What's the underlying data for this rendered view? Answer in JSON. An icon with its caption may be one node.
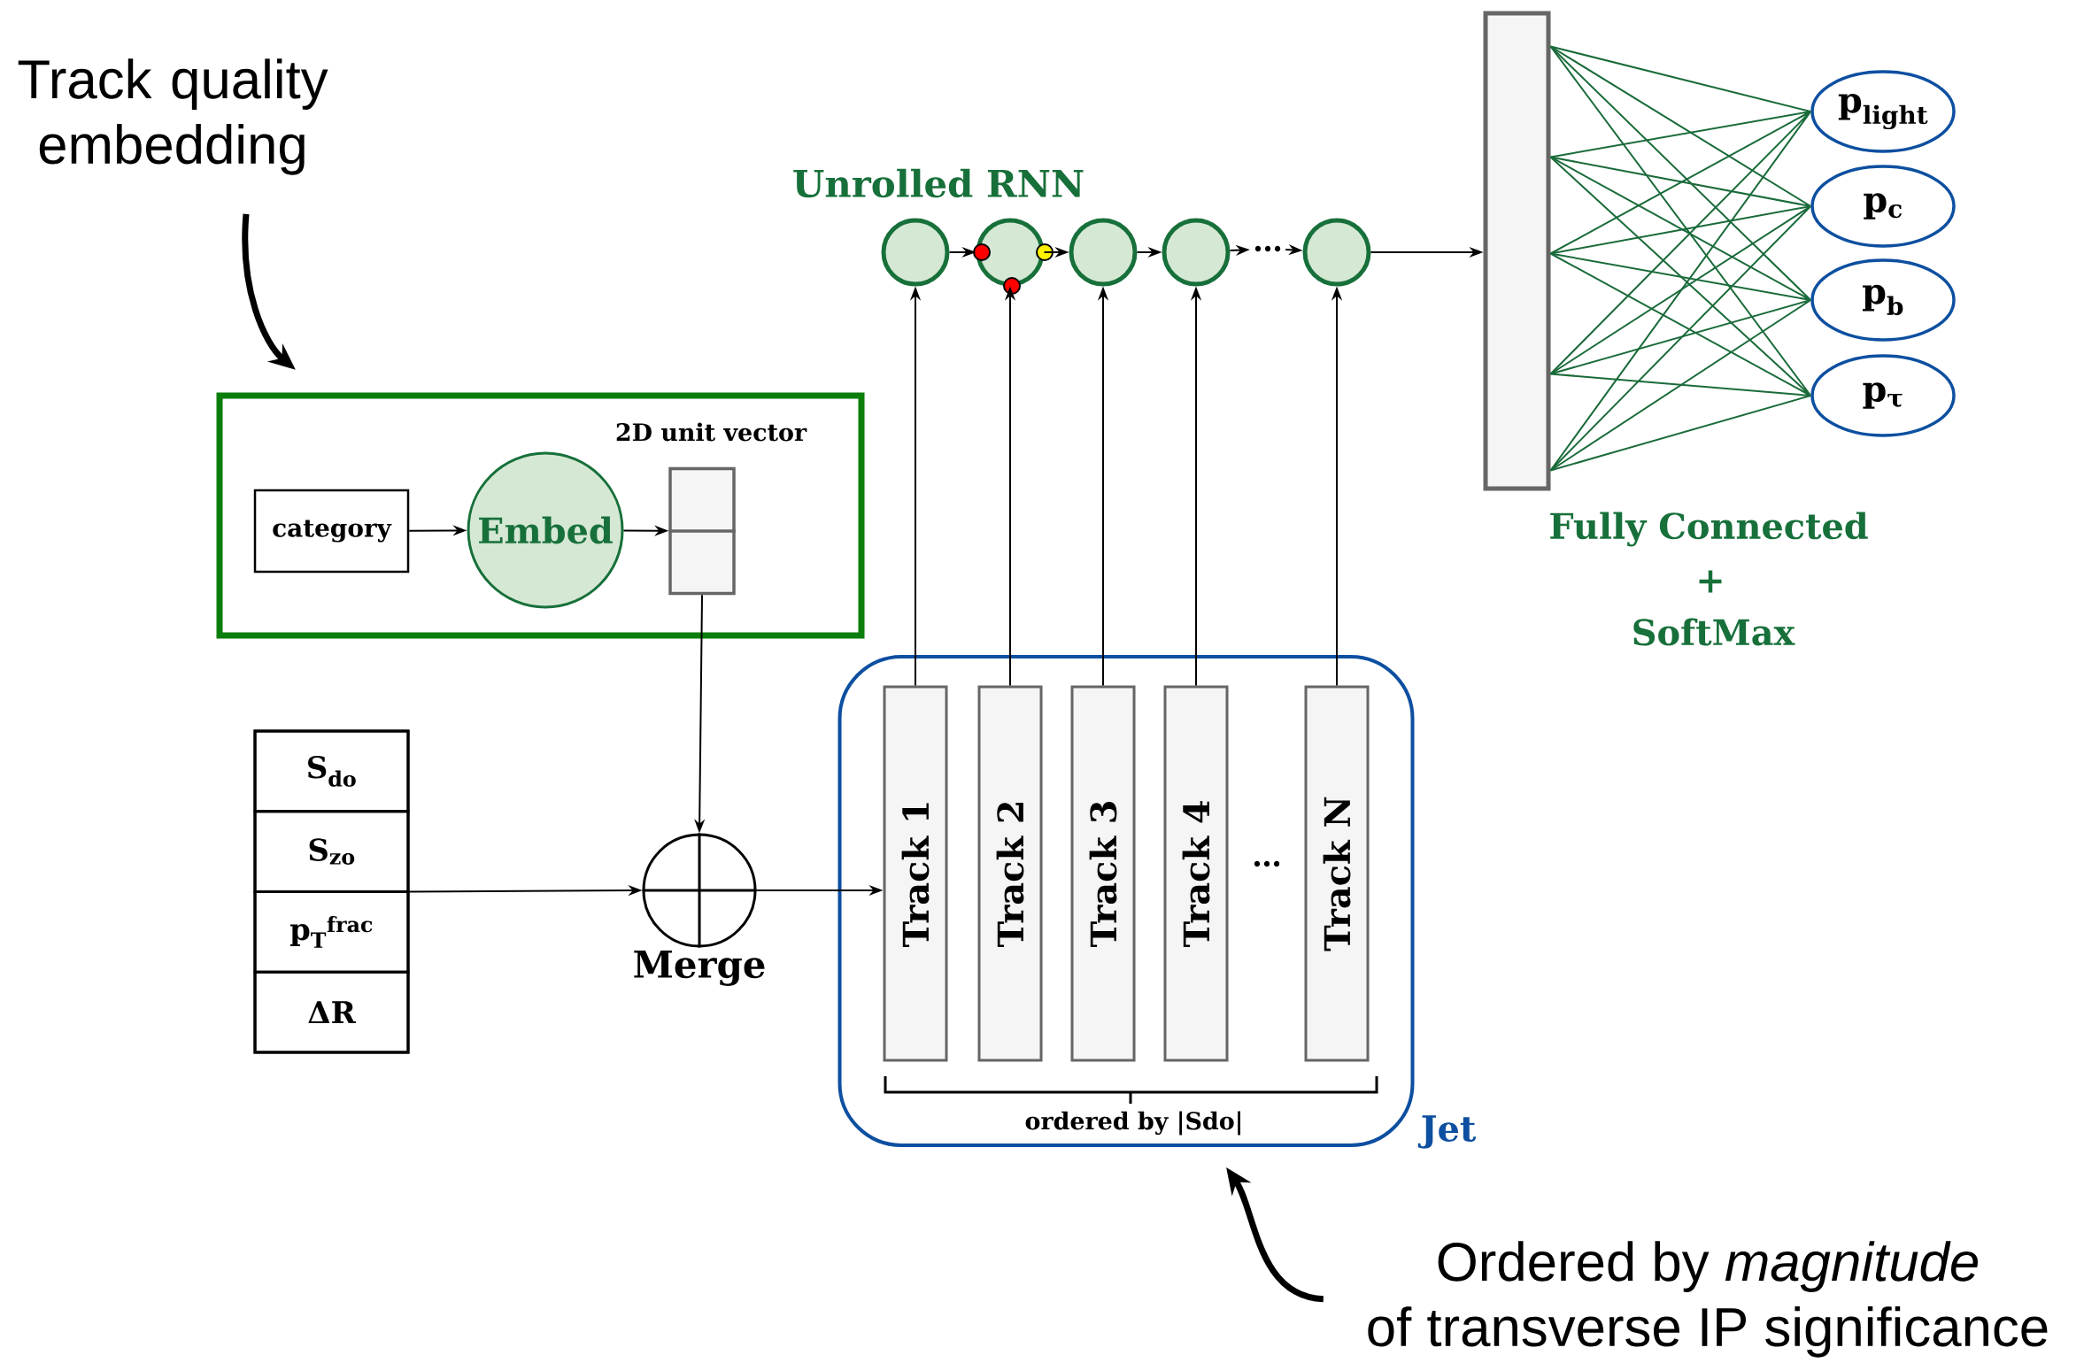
{
  "diagram": {
    "nodes": [
      {
        "text": [
          "Track quality embedding"
        ]
      },
      {
        "text": [],
        "shape": "box"
      },
      {
        "text": [
          "category"
        ],
        "in": 1
      },
      {
        "text": [
          "Embed"
        ],
        "in": 1
      },
      {
        "text": [
          "2D unit vector"
        ],
        "in": 1
      },
      {
        "text": [],
        "shape": "box"
      },
      {
        "text": [
          "S$_{do}$"
        ],
        "in": 5
      },
      {
        "text": [
          "S$_{zo}$"
        ],
        "in": 5
      },
      {
        "text": [
          "p$_{T}$$^{frac}$"
        ],
        "in": 5
      },
      {
        "text": [
          "ΔR"
        ],
        "in": 5
      },
      {
        "text": [
          "Merge"
        ]
      },
      {
        "text": [
          "Jet"
        ]
      },
      {
        "text": [
          "Track 1"
        ],
        "in": 11
      },
      {
        "text": [
          "Track 2"
        ],
        "in": 11
      },
      {
        "text": [
          "Track 3"
        ],
        "in": 11
      },
      {
        "text": [
          "Track 4"
        ],
        "in": 11
      },
      {
        "text": [
          "Track N"
        ],
        "in": 11
      },
      {
        "text": [],
        "shape": "circle"
      },
      {
        "text": [],
        "shape": "circle"
      },
      {
        "text": [],
        "shape": "circle"
      },
      {
        "text": [],
        "shape": "circle"
      },
      {
        "text": [
          "…"
        ]
      },
      {
        "text": [],
        "shape": "circle"
      },
      {
        "text": [],
        "shape": "bar"
      },
      {
        "text": [
          "p$_{light}$"
        ]
      },
      {
        "text": [
          "p$_{c}$"
        ]
      },
      {
        "text": [
          "p$_{b}$"
        ]
      },
      {
        "text": [
          "p$_{τ}$"
        ]
      },
      {
        "text": [
          "Ordered by *magnitude* of transverse IP significance"
        ]
      }
    ],
    "edges": [
      {
        "from": 0,
        "to": 1,
        "arrow": "to",
        "style": "thick"
      },
      {
        "from": 2,
        "to": 3,
        "arrow": "to"
      },
      {
        "from": 3,
        "to": 4,
        "arrow": "to"
      },
      {
        "from": 4,
        "to": 10,
        "arrow": "to"
      },
      {
        "from": 5,
        "to": 10,
        "arrow": "to"
      },
      {
        "from": 10,
        "to": 12,
        "arrow": "to"
      },
      {
        "from": 12,
        "to": 17,
        "arrow": "to"
      },
      {
        "from": 13,
        "to": 18,
        "arrow": "to"
      },
      {
        "from": 14,
        "to": 19,
        "arrow": "to"
      },
      {
        "from": 15,
        "to": 20,
        "arrow": "to"
      },
      {
        "from": 16,
        "to": 22,
        "arrow": "to"
      },
      {
        "from": 17,
        "to": 18,
        "arrow": "to"
      },
      {
        "from": 18,
        "to": 19,
        "arrow": "to"
      },
      {
        "from": 19,
        "to": 20,
        "arrow": "to"
      },
      {
        "from": 20,
        "to": 21,
        "arrow": "to"
      },
      {
        "from": 21,
        "to": 22,
        "arrow": "to"
      },
      {
        "from": 22,
        "to": 23,
        "arrow": "to"
      },
      {
        "from": 23,
        "to": 24,
        "arrow": "none",
        "color": "#1a6b3a"
      },
      {
        "from": 23,
        "to": 25,
        "arrow": "none",
        "color": "#1a6b3a"
      },
      {
        "from": 23,
        "to": 26,
        "arrow": "none",
        "color": "#1a6b3a"
      },
      {
        "from": 23,
        "to": 27,
        "arrow": "none",
        "color": "#1a6b3a"
      },
      {
        "from": 28,
        "to": 11,
        "arrow": "to",
        "style": "thick"
      }
    ],
    "labels": [
      "Unrolled RNN",
      "Fully Connected",
      "+",
      "SoftMax",
      "…",
      "ordered by |Sdo|"
    ]
  }
}
